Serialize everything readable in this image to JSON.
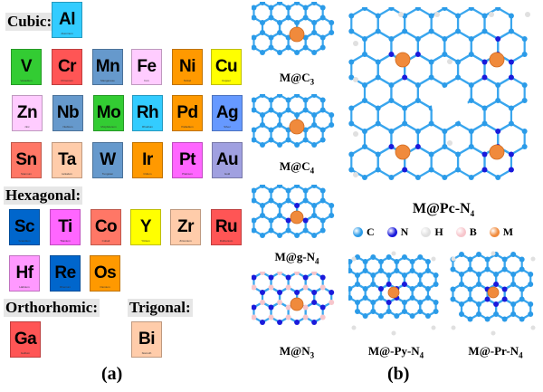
{
  "panel_a": {
    "label": "(a)",
    "groups": {
      "cubic": "Cubic:",
      "hexagonal": "Hexagonal:",
      "orthorhombic": "Orthorhomic:",
      "trigonal": "Trigonal:"
    },
    "elements": [
      {
        "s": "Al",
        "n": "Aluminum",
        "c": "#33ccff",
        "g": "cubic"
      },
      {
        "s": "V",
        "n": "Vanadium",
        "c": "#33cc33",
        "g": "cubic"
      },
      {
        "s": "Cr",
        "n": "Chromium",
        "c": "#ff5555",
        "g": "cubic"
      },
      {
        "s": "Mn",
        "n": "Manganese",
        "c": "#6699cc",
        "g": "cubic"
      },
      {
        "s": "Fe",
        "n": "Iron",
        "c": "#ffccff",
        "g": "cubic"
      },
      {
        "s": "Ni",
        "n": "Nickel",
        "c": "#ff9900",
        "g": "cubic"
      },
      {
        "s": "Cu",
        "n": "Copper",
        "c": "#ffff00",
        "g": "cubic"
      },
      {
        "s": "Zn",
        "n": "zinc",
        "c": "#ffccff",
        "g": "cubic"
      },
      {
        "s": "Nb",
        "n": "Niobium",
        "c": "#6699cc",
        "g": "cubic"
      },
      {
        "s": "Mo",
        "n": "Molybdenum",
        "c": "#33cc33",
        "g": "cubic"
      },
      {
        "s": "Rh",
        "n": "Rhodium",
        "c": "#33ccff",
        "g": "cubic"
      },
      {
        "s": "Pd",
        "n": "Palladium",
        "c": "#ff9900",
        "g": "cubic"
      },
      {
        "s": "Ag",
        "n": "Silver",
        "c": "#6699ff",
        "g": "cubic"
      },
      {
        "s": "Sn",
        "n": "Stannum",
        "c": "#ff7766",
        "g": "cubic"
      },
      {
        "s": "Ta",
        "n": "tantalum",
        "c": "#ffccaa",
        "g": "cubic"
      },
      {
        "s": "W",
        "n": "Tungsten",
        "c": "#6699cc",
        "g": "cubic"
      },
      {
        "s": "Ir",
        "n": "Iridium",
        "c": "#ff9900",
        "g": "cubic"
      },
      {
        "s": "Pt",
        "n": "Platinum",
        "c": "#ff66ff",
        "g": "cubic"
      },
      {
        "s": "Au",
        "n": "Gold",
        "c": "#a0a0e0",
        "g": "cubic"
      },
      {
        "s": "Sc",
        "n": "Scandium",
        "c": "#0066cc",
        "g": "hexagonal"
      },
      {
        "s": "Ti",
        "n": "Titanium",
        "c": "#ff66ff",
        "g": "hexagonal"
      },
      {
        "s": "Co",
        "n": "Cobalt",
        "c": "#ff7766",
        "g": "hexagonal"
      },
      {
        "s": "Y",
        "n": "Yttrium",
        "c": "#ffff00",
        "g": "hexagonal"
      },
      {
        "s": "Zr",
        "n": "Zirconium",
        "c": "#ffccaa",
        "g": "hexagonal"
      },
      {
        "s": "Ru",
        "n": "Ruthenium",
        "c": "#ff5555",
        "g": "hexagonal"
      },
      {
        "s": "Hf",
        "n": "Hafnium",
        "c": "#ff99ff",
        "g": "hexagonal"
      },
      {
        "s": "Re",
        "n": "Rhenium",
        "c": "#0066cc",
        "g": "hexagonal"
      },
      {
        "s": "Os",
        "n": "Osmium",
        "c": "#ff9900",
        "g": "hexagonal"
      },
      {
        "s": "Ga",
        "n": "Gallium",
        "c": "#ff5555",
        "g": "orthorhombic"
      },
      {
        "s": "Bi",
        "n": "bismuth",
        "c": "#ffccaa",
        "g": "trigonal"
      }
    ]
  },
  "panel_b": {
    "label": "(b)",
    "structures": {
      "c3": {
        "pre": "M@C",
        "sub": "3"
      },
      "c4": {
        "pre": "M@C",
        "sub": "4"
      },
      "gn4": {
        "pre": "M@g-N",
        "sub": "4"
      },
      "n3": {
        "pre": "M@N",
        "sub": "3"
      },
      "pcn4": {
        "pre": "M@Pc-N",
        "sub": "4"
      },
      "pyn4": {
        "pre": "M@-Py-N",
        "sub": "4"
      },
      "prn4": {
        "pre": "M@-Pr-N",
        "sub": "4"
      }
    },
    "legend": [
      {
        "sym": "C",
        "color": "#2b9be8"
      },
      {
        "sym": "N",
        "color": "#1a1adb"
      },
      {
        "sym": "H",
        "color": "#e0e0e0"
      },
      {
        "sym": "B",
        "color": "#f7c6cc"
      },
      {
        "sym": "M",
        "color": "#f08a3c"
      }
    ]
  }
}
